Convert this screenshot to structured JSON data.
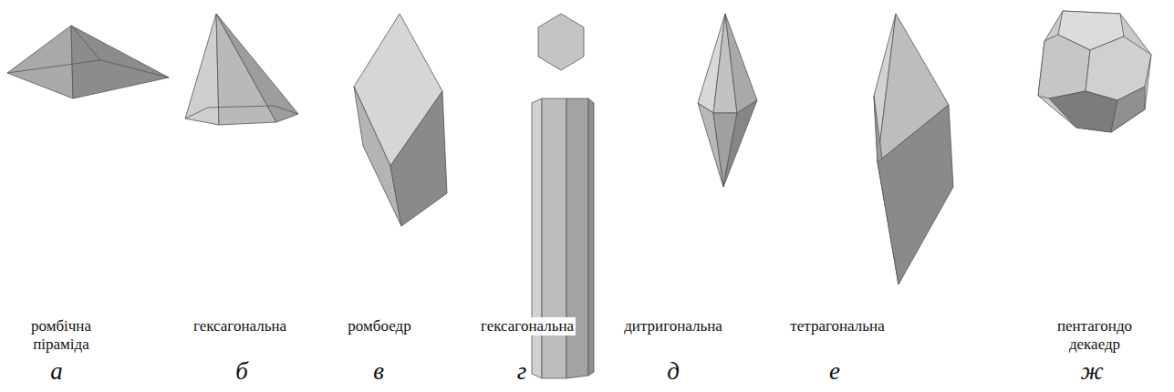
{
  "diagram": {
    "labels": [
      "ромбічна піраміда",
      "гексагональна",
      "ромбоедр",
      "гексагональна",
      "дитригональна",
      "тетрагональна",
      "пентагондо декаедр",
      "а",
      "б",
      "в",
      "г",
      "д",
      "е",
      "ж"
    ]
  }
}
